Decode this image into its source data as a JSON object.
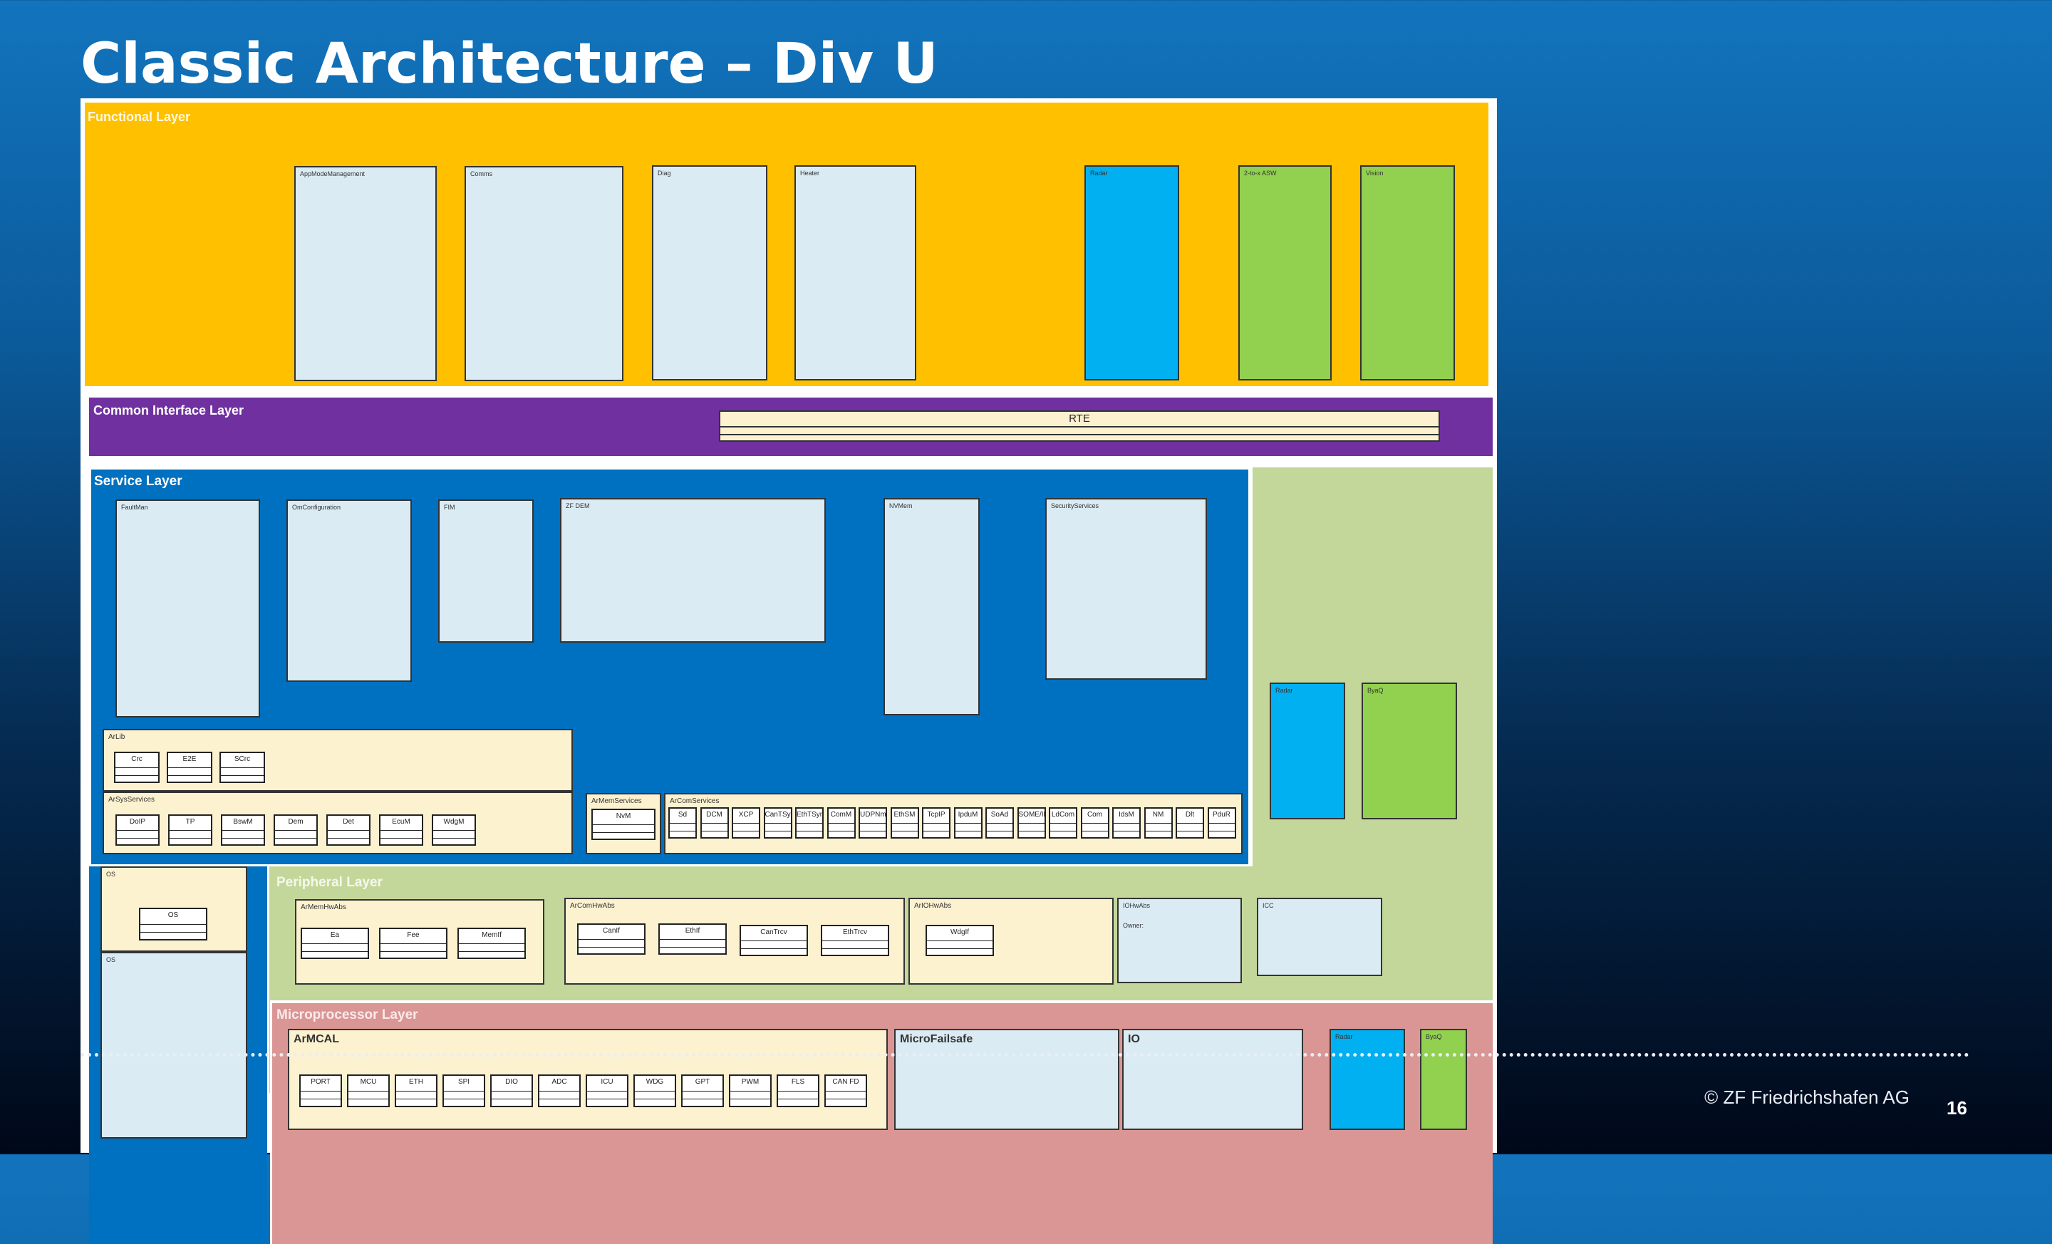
{
  "title": "Classic Architecture – Div U",
  "footer": {
    "copyright": "© ZF Friedrichshafen AG",
    "page_number": "16"
  },
  "colors": {
    "functional": "#ffc000",
    "interface": "#7030a0",
    "service": "#0070c0",
    "peripheral": "#c4d79b",
    "microprocessor": "#d99694",
    "cyan": "#00b0f0",
    "green": "#92d050",
    "component": "#daebf3",
    "module_group": "#fdf2d0"
  },
  "functional_layer": {
    "label": "Functional Layer",
    "components": [
      "AppModeManagement",
      "Comms",
      "Diag",
      "Heater",
      "Radar",
      "2-to-x ASW",
      "Vision"
    ]
  },
  "interface_layer": {
    "label": "Common Interface Layer",
    "rte": "RTE"
  },
  "service_layer": {
    "label": "Service Layer",
    "components": [
      "FaultMan",
      "OmConfiguration",
      "FIM",
      "ZF DEM",
      "NVMem",
      "SecurityServices"
    ],
    "arlib": {
      "label": "ArLib",
      "modules": [
        "Crc",
        "E2E",
        "SCrc"
      ]
    },
    "arsys": {
      "label": "ArSysServices",
      "modules": [
        "DoIP",
        "TP",
        "BswM",
        "Dem",
        "Det",
        "EcuM",
        "WdgM"
      ]
    },
    "armem": {
      "label": "ArMemServices",
      "modules": [
        "NvM"
      ]
    },
    "arcom": {
      "label": "ArComServices",
      "modules": [
        "Sd",
        "DCM",
        "XCP",
        "CanTSyn",
        "EthTSyn",
        "ComM",
        "UDPNm",
        "EthSM",
        "TcpIP",
        "IpduM",
        "SoAd",
        "SOME/IP",
        "LdCom",
        "Com",
        "IdsM",
        "NM",
        "Dlt",
        "PduR"
      ]
    },
    "side": [
      "Radar",
      "ByaQ"
    ]
  },
  "os": {
    "top_label": "OS",
    "module": "OS",
    "bottom_label": "OS"
  },
  "peripheral_layer": {
    "label": "Peripheral Layer",
    "groups": [
      {
        "label": "ArMemHwAbs",
        "modules": [
          "Ea",
          "Fee",
          "MemIf"
        ]
      },
      {
        "label": "ArComHwAbs",
        "modules": [
          "CanIf",
          "EthIf",
          "CanTrcv",
          "EthTrcv"
        ]
      },
      {
        "label": "ArIOHwAbs",
        "modules": [
          "WdgIf"
        ]
      }
    ],
    "iohwabs": {
      "label": "IOHwAbs",
      "owner": "Owner:"
    },
    "icc": "ICC"
  },
  "microprocessor_layer": {
    "label": "Microprocessor Layer",
    "armcal": {
      "label": "ArMCAL",
      "modules": [
        "PORT",
        "MCU",
        "ETH",
        "SPI",
        "DIO",
        "ADC",
        "ICU",
        "WDG",
        "GPT",
        "PWM",
        "FLS",
        "CAN FD"
      ]
    },
    "microfailsafe": "MicroFailsafe",
    "io": "IO",
    "side": [
      "Radar",
      "ByaQ"
    ]
  }
}
